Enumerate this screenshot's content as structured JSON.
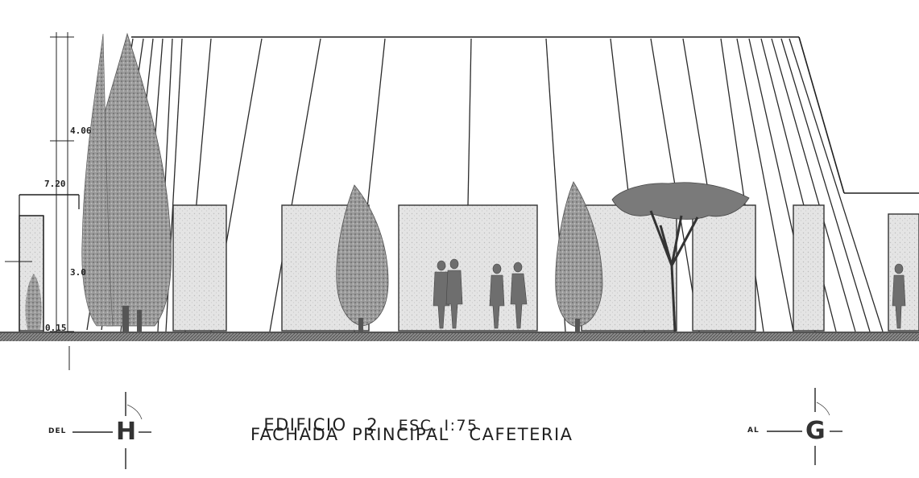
{
  "title": {
    "line1_building": "EDIFICIO",
    "line1_number": "2",
    "line1_scale": "ESC. I:75",
    "line2": "FACHADA  PRINCIPAL   CAFETERIA"
  },
  "dimensions": {
    "upper": "4.06",
    "total": "7.20",
    "lower": "3.0",
    "base": "0.15"
  },
  "markers": {
    "from": {
      "prefix": "DEL",
      "letter": "H"
    },
    "to": {
      "prefix": "AL",
      "letter": "G"
    }
  },
  "colors": {
    "ink": "#1a1a1a",
    "foliage": "#8d8d8d",
    "glass": "#e6e6e6",
    "ground": "#6a6a6a"
  }
}
